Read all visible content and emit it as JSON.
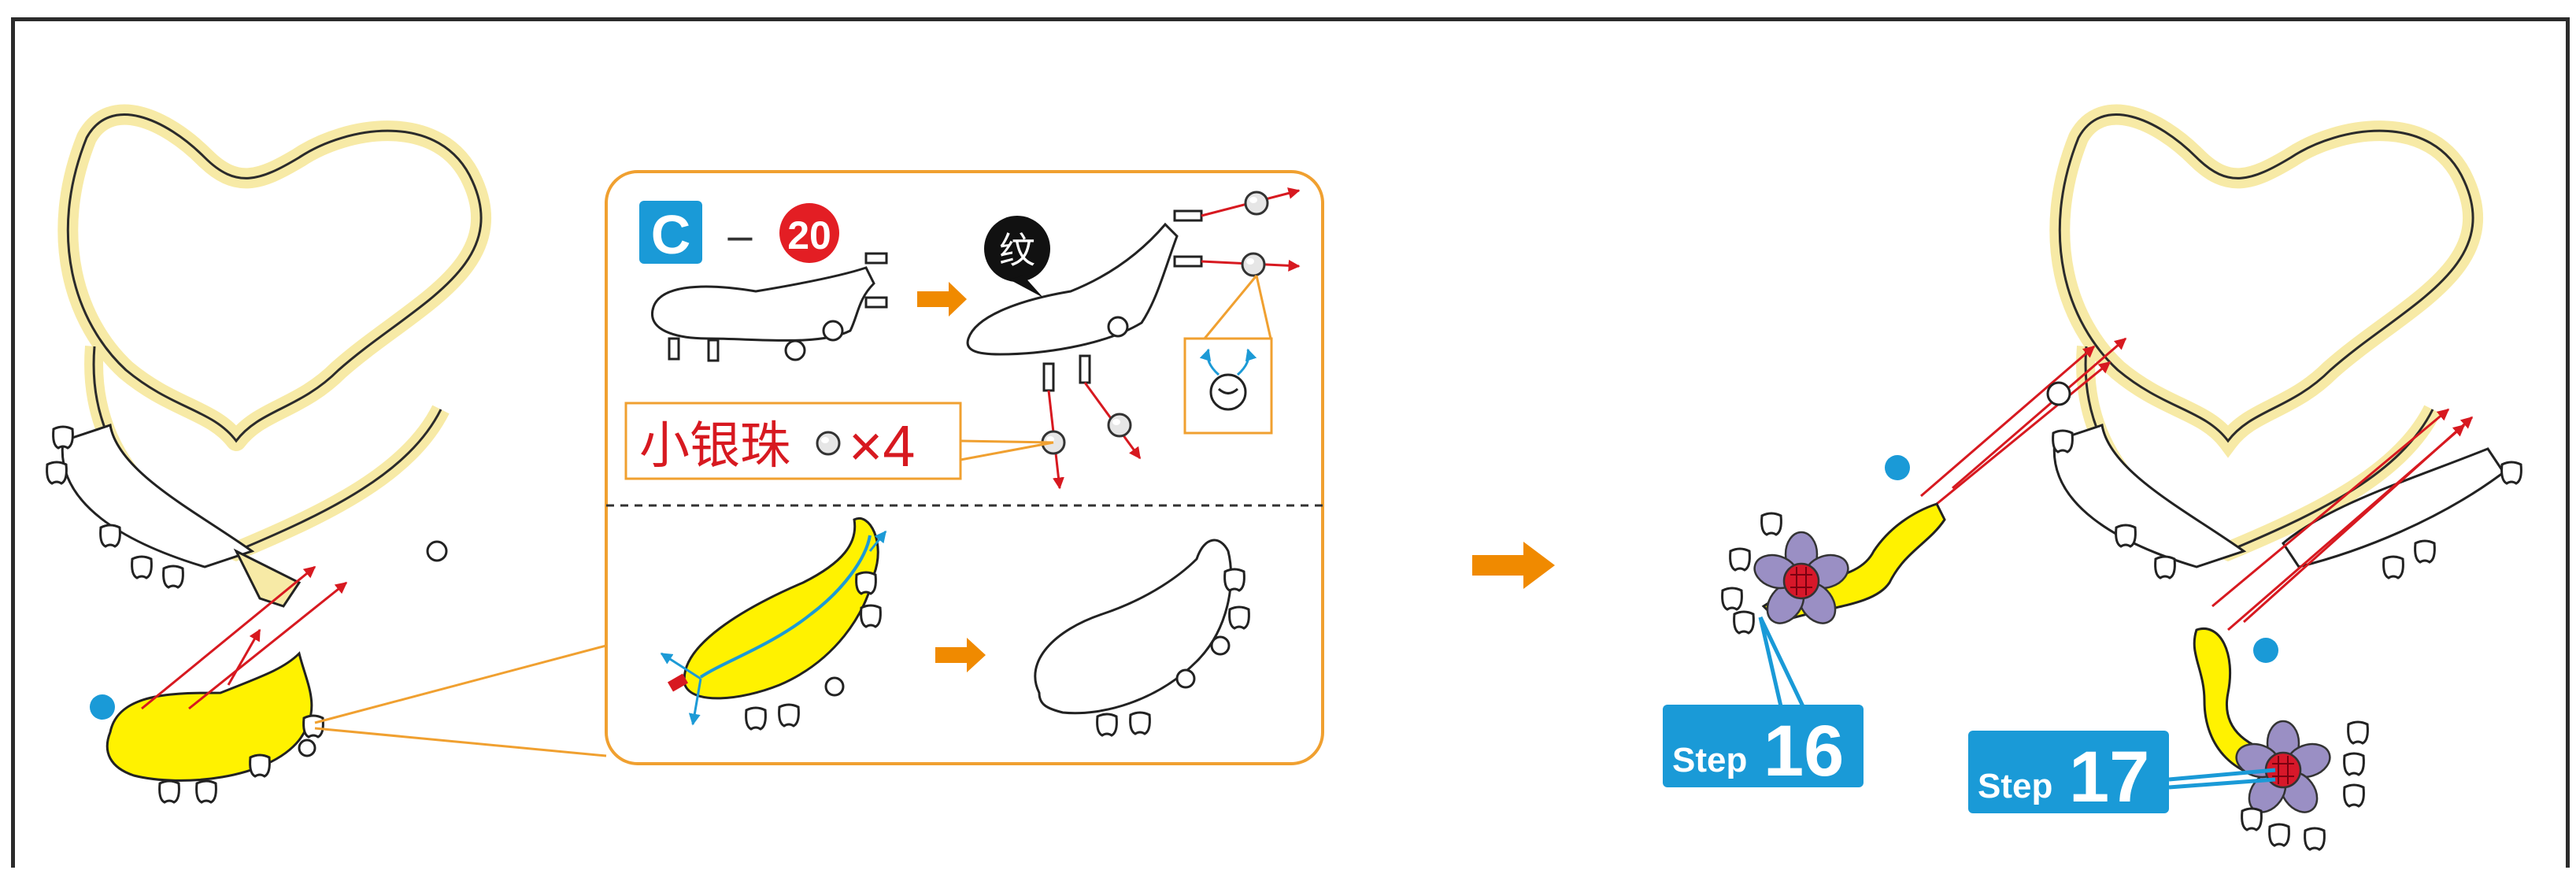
{
  "instructions": {
    "part_letter": "C",
    "part_separator": "–",
    "part_number": "20",
    "glue_label": "纹",
    "bead_label": "小银珠",
    "bead_multiplier": "×4",
    "step_word": "Step",
    "step_a_number": "16",
    "step_b_number": "17"
  },
  "colors": {
    "frame": "#2b2b2b",
    "cream_part": "#f7eaa6",
    "yellow_part": "#fff200",
    "orange_arrow": "#f08a00",
    "red_arrow": "#d71920",
    "blue_arrow": "#1c9ad6",
    "badge_blue": "#1a9ad7",
    "badge_red": "#e31e24",
    "flower_purple": "#9a8fc4",
    "flower_red": "#d7182a",
    "panel_border": "#f0a030"
  },
  "icons": [
    "step-arrow-icon",
    "bead-icon",
    "blue-dot-icon",
    "flower-icon",
    "glue-icon"
  ]
}
